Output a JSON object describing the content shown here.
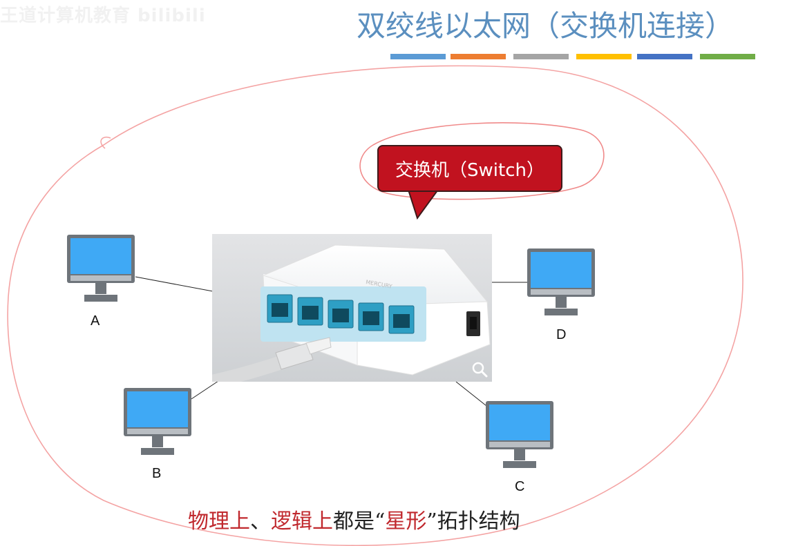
{
  "watermark": "王道计算机教育 bilibili",
  "title": "双绞线以太网（交换机连接）",
  "color_bars": [
    "#5b9bd5",
    "#ed7d31",
    "#a5a5a5",
    "#ffc000",
    "#4472c4",
    "#70ad47"
  ],
  "callout": {
    "label": "交换机（Switch）"
  },
  "switch_photo": {
    "brand": "MERCURY"
  },
  "computers": {
    "a": {
      "label": "A"
    },
    "b": {
      "label": "B"
    },
    "c": {
      "label": "C"
    },
    "d": {
      "label": "D"
    }
  },
  "caption": {
    "part1": "物理上",
    "part2": "、",
    "part3": "逻辑上",
    "part4": "都是“",
    "part5": "星形",
    "part6": "”拓扑结构"
  },
  "colors": {
    "title": "#5b8fbf",
    "callout_fill": "#c1121f",
    "highlight_text": "#c0282d",
    "screen": "#3fa9f5",
    "monitor_frame": "#6e747a",
    "annotation_pen": "#f08a8a"
  }
}
